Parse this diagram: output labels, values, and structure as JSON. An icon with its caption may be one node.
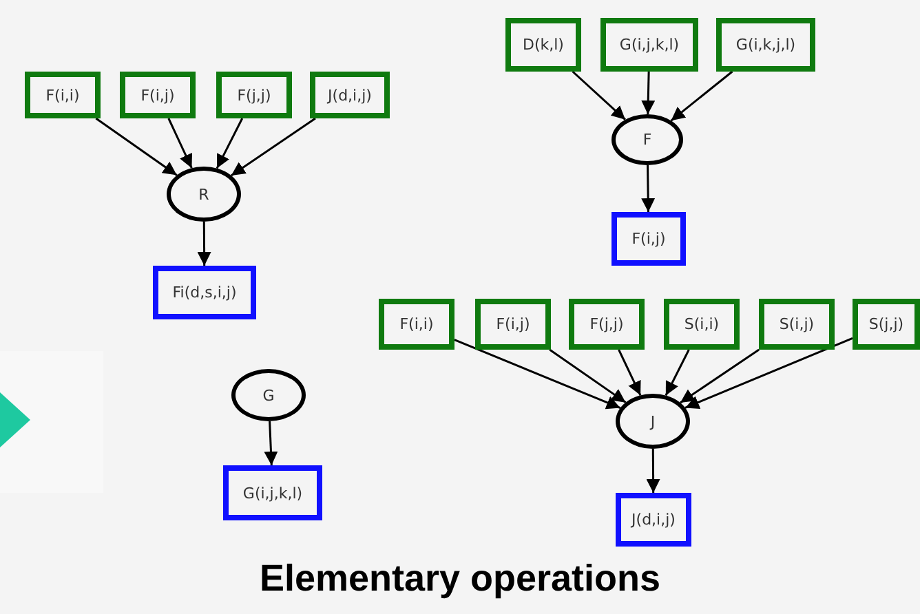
{
  "diagram": {
    "title": "Elementary operations",
    "nodes": [
      {
        "text": [
          "F(i,i)"
        ]
      },
      {
        "text": [
          "F(i,j)"
        ]
      },
      {
        "text": [
          "F(j,j)"
        ]
      },
      {
        "text": [
          "J(d,i,j)"
        ]
      },
      {
        "text": [
          "R"
        ]
      },
      {
        "text": [
          "Fi(d,s,i,j)"
        ]
      },
      {
        "text": [
          "D(k,l)"
        ]
      },
      {
        "text": [
          "G(i,j,k,l)"
        ]
      },
      {
        "text": [
          "G(i,k,j,l)"
        ]
      },
      {
        "text": [
          "F"
        ]
      },
      {
        "text": [
          "F(i,j)"
        ]
      },
      {
        "text": [
          "F(i,i)"
        ]
      },
      {
        "text": [
          "F(i,j)"
        ]
      },
      {
        "text": [
          "F(j,j)"
        ]
      },
      {
        "text": [
          "S(i,i)"
        ]
      },
      {
        "text": [
          "S(i,j)"
        ]
      },
      {
        "text": [
          "S(j,j)"
        ]
      },
      {
        "text": [
          "J"
        ]
      },
      {
        "text": [
          "J(d,i,j)"
        ]
      },
      {
        "text": [
          "G"
        ]
      },
      {
        "text": [
          "G(i,j,k,l)"
        ]
      }
    ],
    "edges": [
      {
        "from": 0,
        "to": 4,
        "arrow": "to"
      },
      {
        "from": 1,
        "to": 4,
        "arrow": "to"
      },
      {
        "from": 2,
        "to": 4,
        "arrow": "to"
      },
      {
        "from": 3,
        "to": 4,
        "arrow": "to"
      },
      {
        "from": 4,
        "to": 5,
        "arrow": "to"
      },
      {
        "from": 6,
        "to": 9,
        "arrow": "to"
      },
      {
        "from": 7,
        "to": 9,
        "arrow": "to"
      },
      {
        "from": 8,
        "to": 9,
        "arrow": "to"
      },
      {
        "from": 9,
        "to": 10,
        "arrow": "to"
      },
      {
        "from": 11,
        "to": 17,
        "arrow": "to"
      },
      {
        "from": 12,
        "to": 17,
        "arrow": "to"
      },
      {
        "from": 13,
        "to": 17,
        "arrow": "to"
      },
      {
        "from": 14,
        "to": 17,
        "arrow": "to"
      },
      {
        "from": 15,
        "to": 17,
        "arrow": "to"
      },
      {
        "from": 16,
        "to": 17,
        "arrow": "to"
      },
      {
        "from": 17,
        "to": 18,
        "arrow": "to"
      },
      {
        "from": 19,
        "to": 20,
        "arrow": "to"
      }
    ]
  }
}
